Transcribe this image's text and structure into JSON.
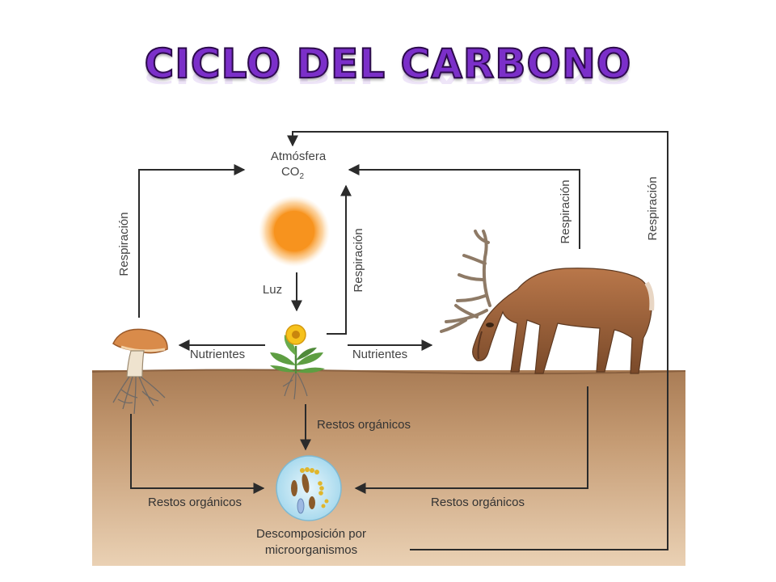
{
  "title": "CICLO DEL CARBONO",
  "labels": {
    "atmosphere": "Atmósfera",
    "co2_main": "CO",
    "co2_sub": "2",
    "light": "Luz",
    "respiration_left": "Respiración",
    "respiration_plant": "Respiración",
    "respiration_deer": "Respiración",
    "respiration_outer": "Respiración",
    "nutrients_left": "Nutrientes",
    "nutrients_right": "Nutrientes",
    "remains_center": "Restos orgánicos",
    "remains_left": "Restos orgánicos",
    "remains_right": "Restos orgánicos",
    "decomposition_line1": "Descomposición por",
    "decomposition_line2": "microorganismos"
  },
  "colors": {
    "title": "#7b2fc9",
    "soil_top": "#a97c55",
    "soil_bottom": "#e3c6a7",
    "sun": "#f7931e",
    "arrow": "#2b2b2b",
    "microbe_circle": "#bfe4f2"
  },
  "icons": [
    "sun-icon",
    "mushroom-icon",
    "flower-icon",
    "deer-icon",
    "microorganisms-icon"
  ]
}
